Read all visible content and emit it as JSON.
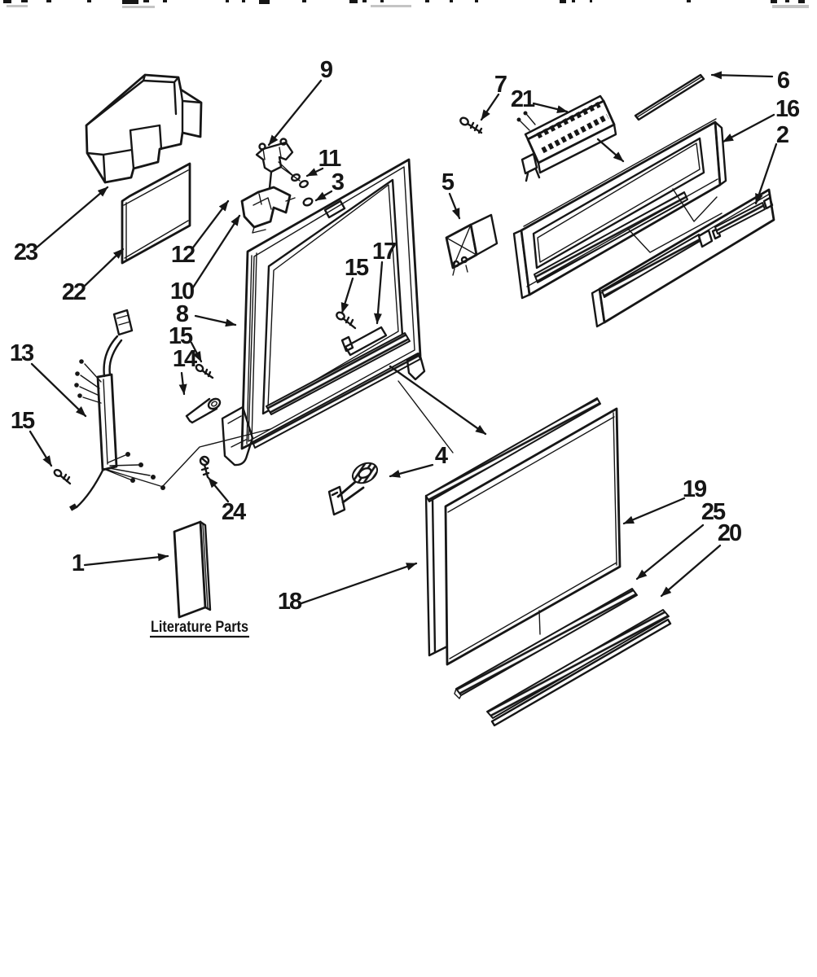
{
  "diagram": {
    "type": "exploded-parts-diagram",
    "subject": "Dishwasher door and panel exploded parts diagram",
    "background": "#ffffff",
    "ink_color": "#161616",
    "literature_label": "Literature Parts",
    "callouts": [
      {
        "label": "9"
      },
      {
        "label": "11"
      },
      {
        "label": "3"
      },
      {
        "label": "7"
      },
      {
        "label": "21"
      },
      {
        "label": "6"
      },
      {
        "label": "16"
      },
      {
        "label": "2"
      },
      {
        "label": "5"
      },
      {
        "label": "23"
      },
      {
        "label": "22"
      },
      {
        "label": "12"
      },
      {
        "label": "10"
      },
      {
        "label": "8"
      },
      {
        "label": "15"
      },
      {
        "label": "14"
      },
      {
        "label": "15"
      },
      {
        "label": "17"
      },
      {
        "label": "13"
      },
      {
        "label": "15"
      },
      {
        "label": "24"
      },
      {
        "label": "1"
      },
      {
        "label": "18"
      },
      {
        "label": "4"
      },
      {
        "label": "19"
      },
      {
        "label": "25"
      },
      {
        "label": "20"
      }
    ]
  }
}
